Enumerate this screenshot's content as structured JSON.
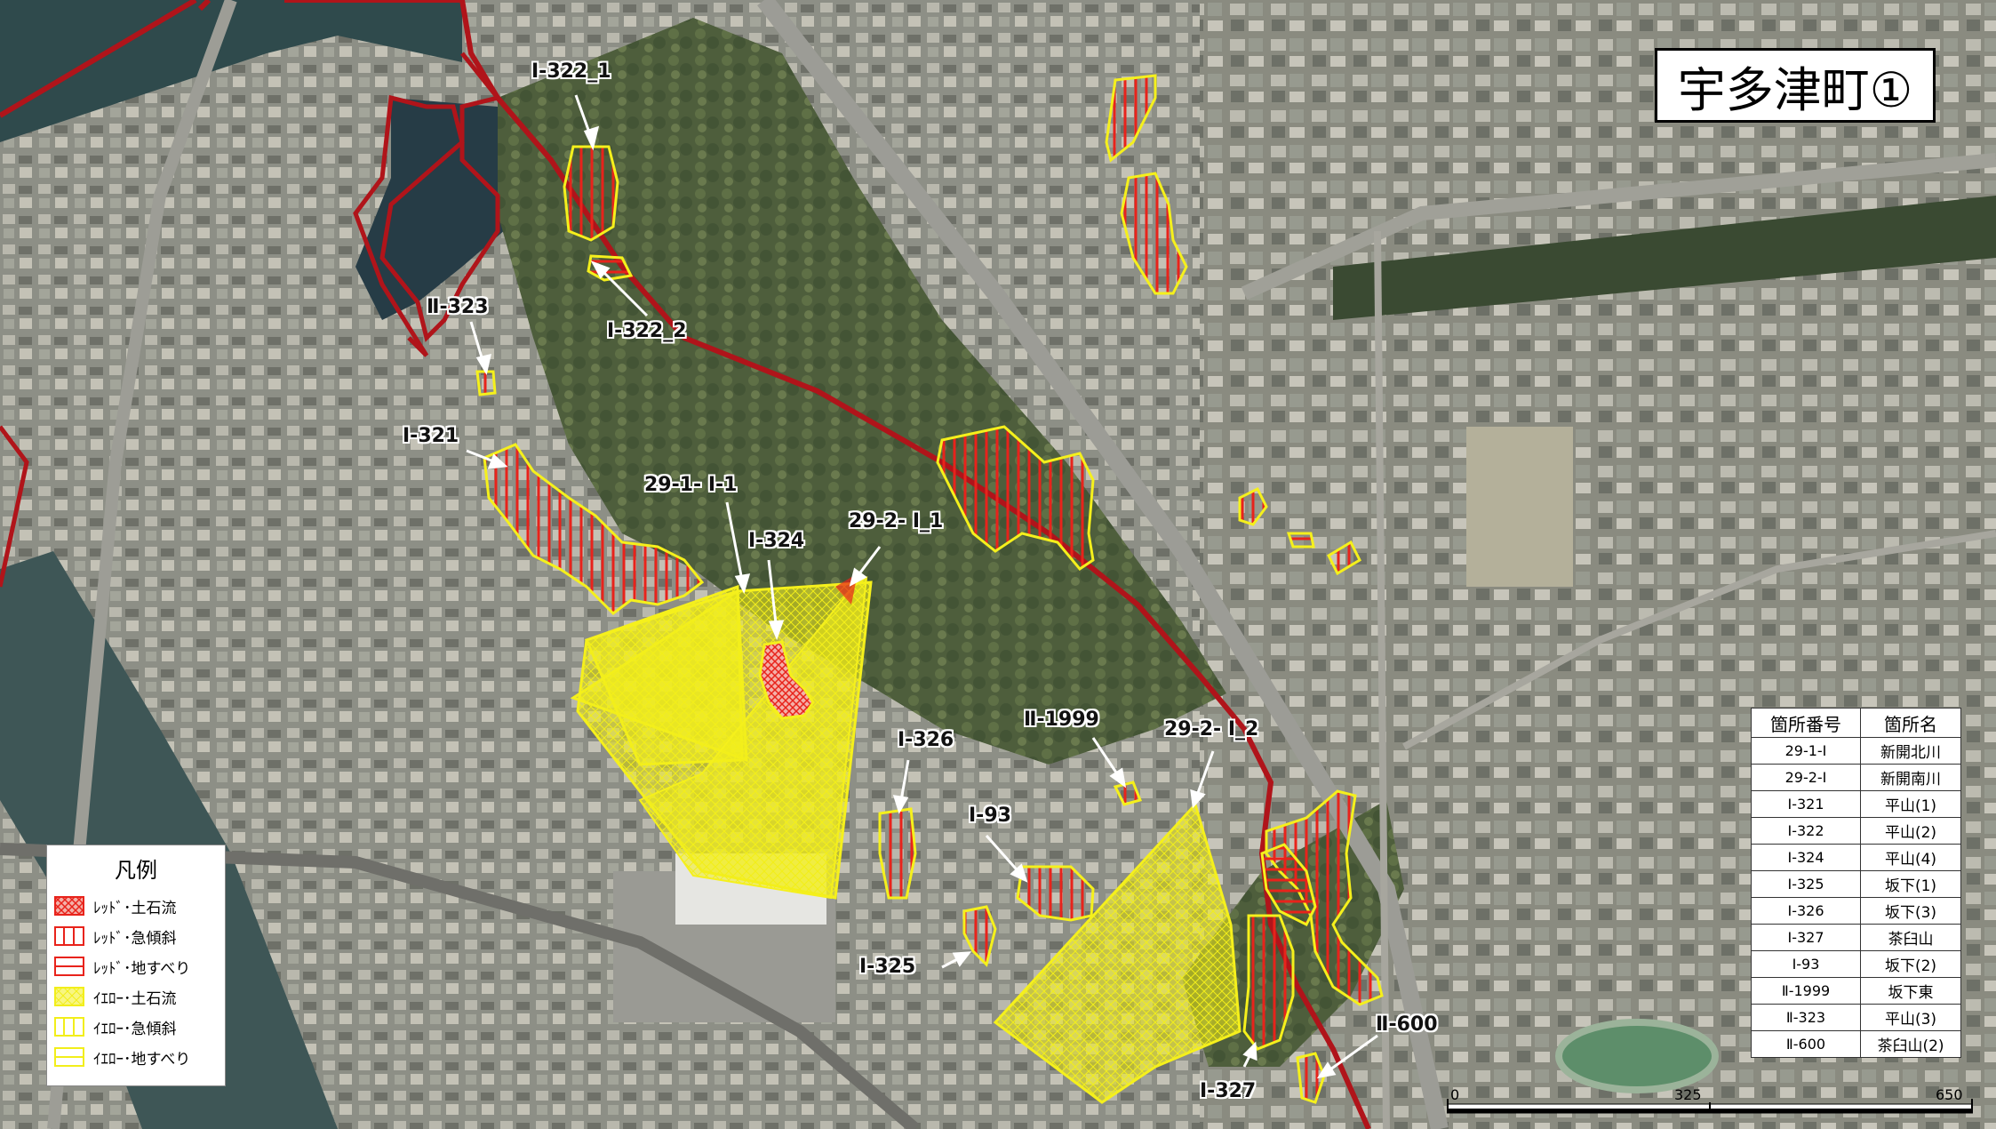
{
  "title": "宇多津町①",
  "legend": {
    "title": "凡例",
    "items": [
      {
        "label": "ﾚｯﾄﾞ･土石流",
        "kind": "red-debris"
      },
      {
        "label": "ﾚｯﾄﾞ･急傾斜",
        "kind": "red-steep"
      },
      {
        "label": "ﾚｯﾄﾞ･地すべり",
        "kind": "red-landslide"
      },
      {
        "label": "ｲｴﾛｰ･土石流",
        "kind": "yellow-debris"
      },
      {
        "label": "ｲｴﾛｰ･急傾斜",
        "kind": "yellow-steep"
      },
      {
        "label": "ｲｴﾛｰ･地すべり",
        "kind": "yellow-landslide"
      }
    ]
  },
  "table": {
    "headers": [
      "箇所番号",
      "箇所名"
    ],
    "rows": [
      [
        "29-1-Ⅰ",
        "新開北川"
      ],
      [
        "29-2-Ⅰ",
        "新開南川"
      ],
      [
        "Ⅰ-321",
        "平山(1)"
      ],
      [
        "Ⅰ-322",
        "平山(2)"
      ],
      [
        "Ⅰ-324",
        "平山(4)"
      ],
      [
        "Ⅰ-325",
        "坂下(1)"
      ],
      [
        "Ⅰ-326",
        "坂下(3)"
      ],
      [
        "Ⅰ-327",
        "茶臼山"
      ],
      [
        "Ⅰ-93",
        "坂下(2)"
      ],
      [
        "Ⅱ-1999",
        "坂下東"
      ],
      [
        "Ⅱ-323",
        "平山(3)"
      ],
      [
        "Ⅱ-600",
        "茶臼山(2)"
      ]
    ]
  },
  "labels": {
    "l_322_1": "Ⅰ-322_1",
    "l_322_2": "Ⅰ-322_2",
    "l_323": "Ⅱ-323",
    "l_321": "Ⅰ-321",
    "l_29_1": "29-1- Ⅰ-1",
    "l_324": "Ⅰ-324",
    "l_29_2_1": "29-2- Ⅰ_1",
    "l_326": "Ⅰ-326",
    "l_1999": "Ⅱ-1999",
    "l_29_2_2": "29-2- Ⅰ_2",
    "l_93": "Ⅰ-93",
    "l_325": "Ⅰ-325",
    "l_600": "Ⅱ-600",
    "l_327": "Ⅰ-327"
  },
  "scale": {
    "ticks": [
      "0",
      "325",
      "650"
    ]
  },
  "colors": {
    "red": "#e8231b",
    "yellow": "#f2ee1a",
    "boundary": "#b0141a"
  }
}
